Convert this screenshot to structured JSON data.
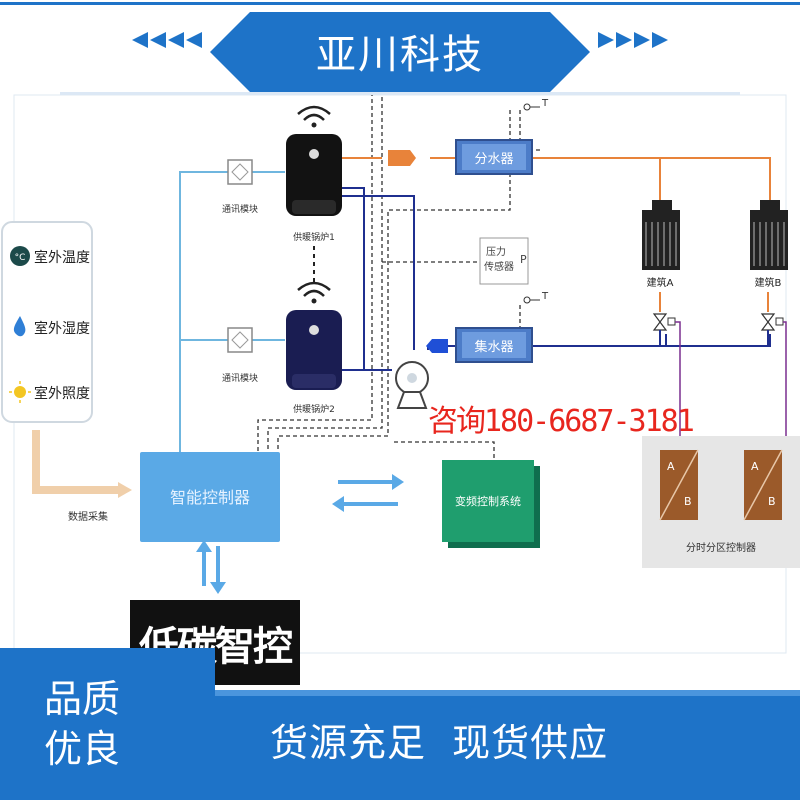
{
  "brand": {
    "name": "亚川科技",
    "color": "#1e73c8"
  },
  "sensors": [
    {
      "label": "室外温度",
      "icon": "thermometer-icon"
    },
    {
      "label": "室外湿度",
      "icon": "droplet-icon"
    },
    {
      "label": "室外照度",
      "icon": "sun-icon"
    }
  ],
  "diagram": {
    "comm_module_1": "通讯模块",
    "comm_module_2": "通讯模块",
    "boiler_1": "供暖锅炉1",
    "boiler_2": "供暖锅炉2",
    "distributor": "分水器",
    "collector": "集水器",
    "pressure_sensor": "压力\n传感器",
    "pressure_sensor_line1": "压力",
    "pressure_sensor_line2": "传感器",
    "pressure_symbol": "P",
    "temp_symbol": "T",
    "building_a": "建筑A",
    "building_b": "建筑B",
    "smart_controller": "智能控制器",
    "vfd_system": "变频控制系统",
    "data_collection": "数据采集",
    "zone_controller": "分时分区控制器",
    "zone_a": "A",
    "zone_b": "B"
  },
  "hotline": "咨询180-6687-3181",
  "logo_text": "低碳智控",
  "footer": {
    "quality_line1": "品质",
    "quality_line2": "优良",
    "slogan": "货源充足  现货供应"
  },
  "colors": {
    "supply_line": "#e8833a",
    "return_line": "#1f2f8f",
    "control_line": "#6fb6df",
    "controller_fill": "#5aa9e6",
    "vfd_fill": "#1f9e6e",
    "zone_fill": "#9b5a2a",
    "hotline": "#e8261e"
  }
}
